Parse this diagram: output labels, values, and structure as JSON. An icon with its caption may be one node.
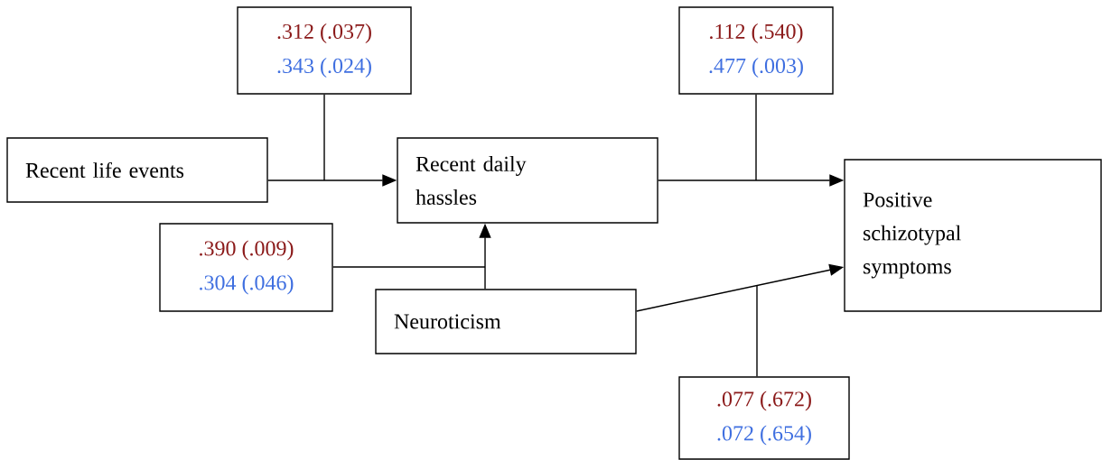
{
  "diagram": {
    "nodes": [
      {
        "text": [
          ".312 (.037)",
          ".343 (.024)"
        ]
      },
      {
        "text": [
          ".112 (.540)",
          ".477 (.003)"
        ]
      },
      {
        "text": [
          "Recent life events"
        ]
      },
      {
        "text": [
          "Recent daily hassles"
        ]
      },
      {
        "text": [
          "Positive schizotypal symptoms"
        ]
      },
      {
        "text": [
          ".390 (.009)",
          ".304 (.046)"
        ]
      },
      {
        "text": [
          "Neuroticism"
        ]
      },
      {
        "text": [
          ".077 (.672)",
          ".072 (.654)"
        ]
      }
    ],
    "edges": [
      {
        "from": 2,
        "to": 3,
        "arrow": "to"
      },
      {
        "from": 3,
        "to": 4,
        "arrow": "to"
      },
      {
        "from": 6,
        "to": 3,
        "arrow": "to"
      },
      {
        "from": 6,
        "to": 4,
        "arrow": "to"
      },
      {
        "from": 0,
        "to": null,
        "arrow": "none"
      },
      {
        "from": 1,
        "to": null,
        "arrow": "none"
      },
      {
        "from": 5,
        "to": null,
        "arrow": "none"
      },
      {
        "from": 7,
        "to": null,
        "arrow": "none"
      }
    ]
  }
}
